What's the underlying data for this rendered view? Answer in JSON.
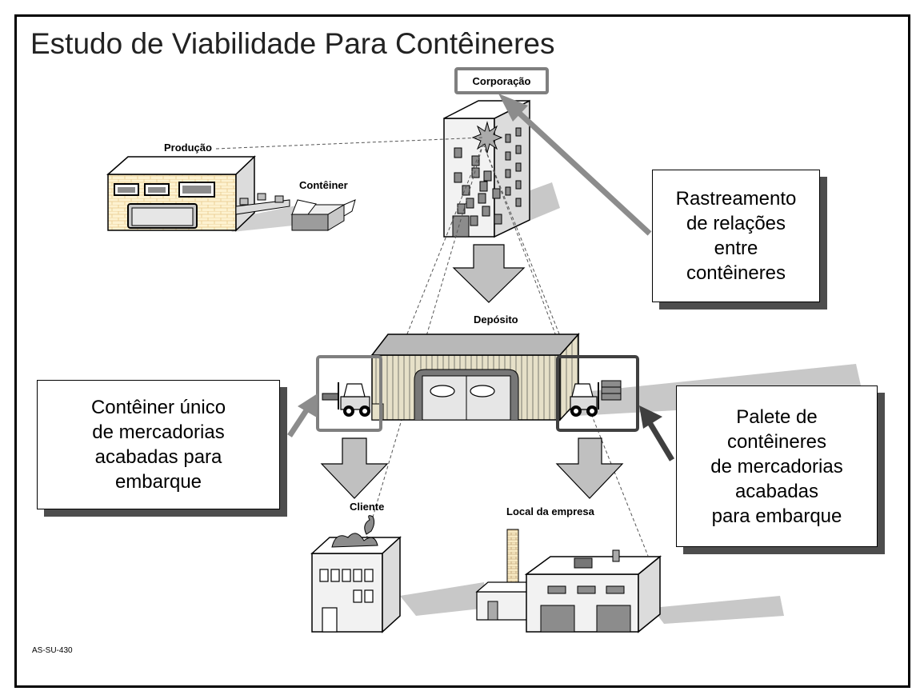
{
  "title": "Estudo de Viabilidade Para Contêineres",
  "labels": {
    "corporacao": "Corporação",
    "producao": "Produção",
    "conteiner": "Contêiner",
    "deposito": "Depósito",
    "cliente": "Cliente",
    "local_empresa": "Local da empresa"
  },
  "callouts": {
    "rastreamento": "Rastreamento\nde relações\nentre\ncontêineres",
    "unico": "Contêiner único\nde mercadorias\nacabadas para\nembarque",
    "palete": "Palete de\ncontêineres\nde mercadorias\nacabadas\npara embarque"
  },
  "footer": "AS-SU-430",
  "colors": {
    "flow_arrow": "#c0c0c0",
    "pointer_arrow_light": "#8c8c8c",
    "pointer_arrow_dark": "#3f3f3f",
    "shadow": "#bfbfbf",
    "brick": "#fdf2d0"
  }
}
